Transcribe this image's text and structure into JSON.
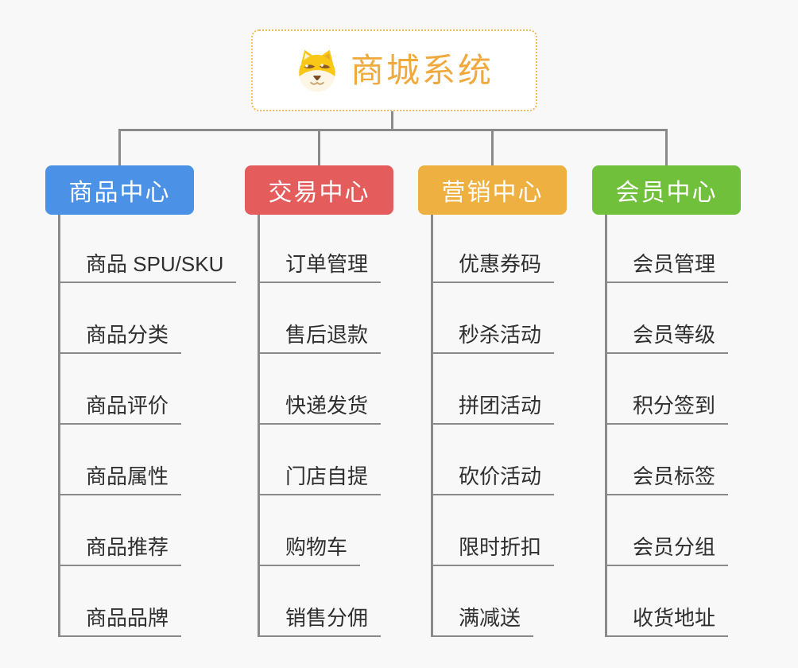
{
  "canvas": {
    "background": "#f8f8f8",
    "connector_color": "#8a8a8a"
  },
  "root": {
    "title": "商城系统",
    "icon": "dog-face-icon",
    "title_color": "#f0a93c",
    "border_color": "#f3ba5e"
  },
  "branches": [
    {
      "label": "商品中心",
      "color": "#4b92e6",
      "children": [
        "商品 SPU/SKU",
        "商品分类",
        "商品评价",
        "商品属性",
        "商品推荐",
        "商品品牌"
      ]
    },
    {
      "label": "交易中心",
      "color": "#e55c5c",
      "children": [
        "订单管理",
        "售后退款",
        "快递发货",
        "门店自提",
        "购物车",
        "销售分佣"
      ]
    },
    {
      "label": "营销中心",
      "color": "#edb041",
      "children": [
        "优惠券码",
        "秒杀活动",
        "拼团活动",
        "砍价活动",
        "限时折扣",
        "满减送"
      ]
    },
    {
      "label": "会员中心",
      "color": "#70c03c",
      "children": [
        "会员管理",
        "会员等级",
        "积分签到",
        "会员标签",
        "会员分组",
        "收货地址"
      ]
    }
  ]
}
